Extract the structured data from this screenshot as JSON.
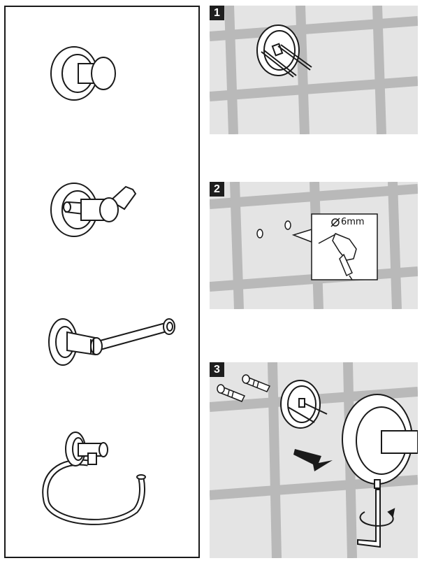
{
  "steps": [
    {
      "number": "1"
    },
    {
      "number": "2",
      "drill_label": "6mm"
    },
    {
      "number": "3"
    }
  ],
  "products": [
    {
      "name": "single-robe-hook-icon"
    },
    {
      "name": "double-robe-hook-icon"
    },
    {
      "name": "toilet-roll-holder-icon"
    },
    {
      "name": "towel-ring-icon"
    }
  ],
  "colors": {
    "tile": "#e4e4e4",
    "grout": "#b9b9b9",
    "ink": "#1a1a1a",
    "badge": "#1e1e1e"
  }
}
